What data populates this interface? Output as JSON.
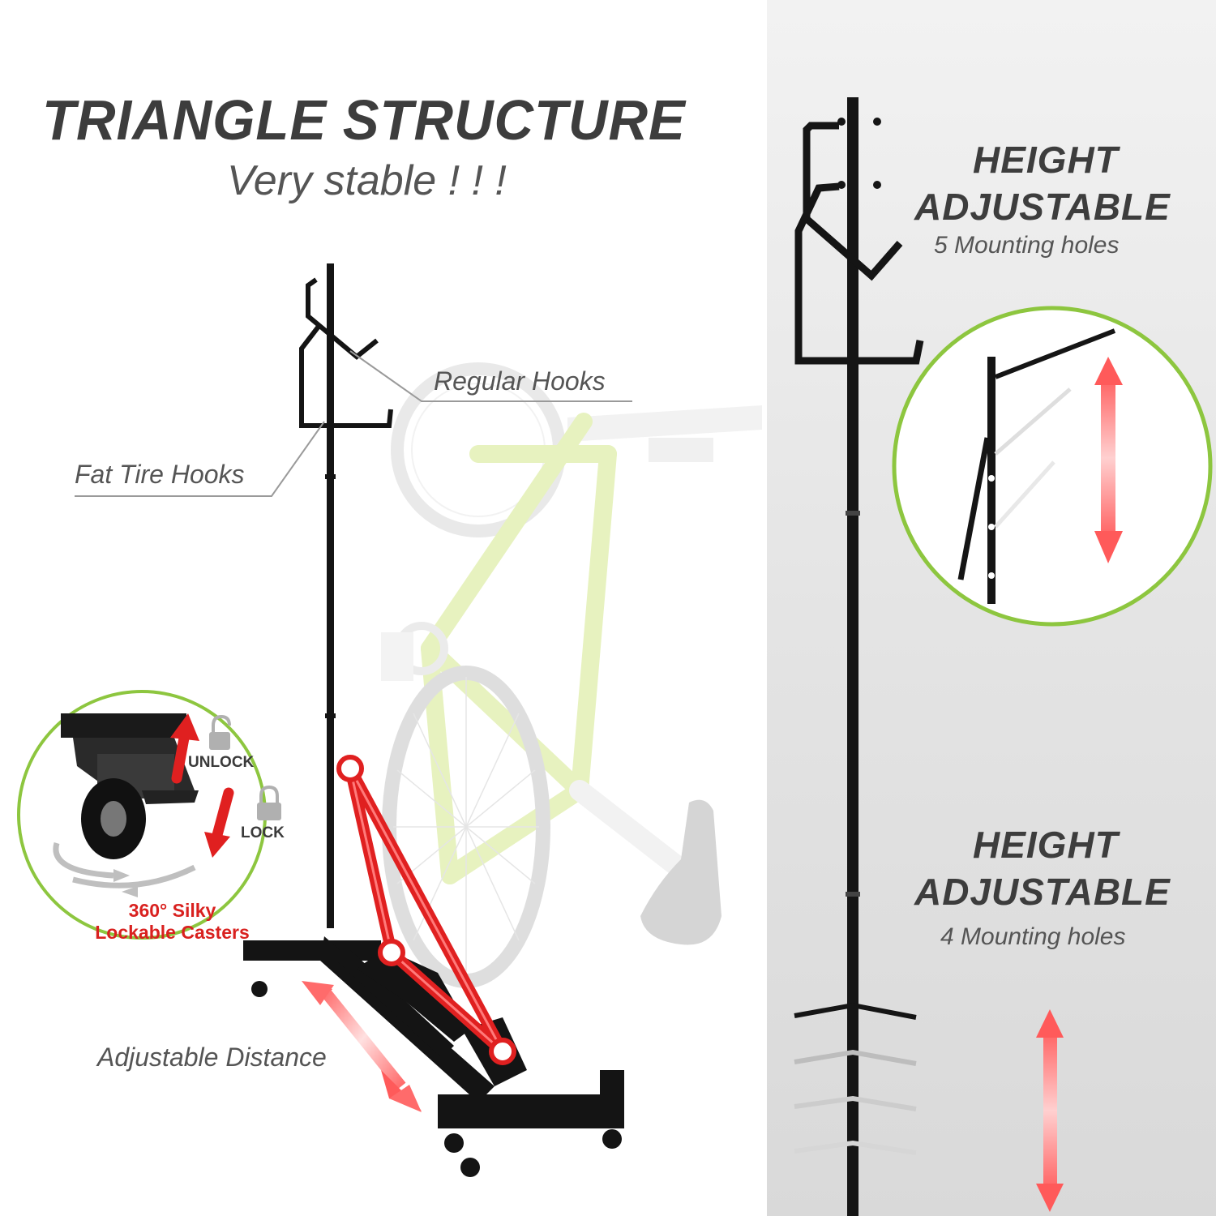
{
  "headline": {
    "title": "TRIANGLE STRUCTURE",
    "subtitle": "Very stable ! ! !"
  },
  "callouts": {
    "regular_hooks": "Regular Hooks",
    "fat_tire_hooks": "Fat Tire Hooks",
    "adjustable_distance": "Adjustable Distance"
  },
  "casters": {
    "unlock": "UNLOCK",
    "lock": "LOCK",
    "caption_line1": "360° Silky",
    "caption_line2": "Lockable Casters"
  },
  "height_top": {
    "line1": "HEIGHT",
    "line2": "ADJUSTABLE",
    "detail": "5 Mounting holes"
  },
  "height_bottom": {
    "line1": "HEIGHT",
    "line2": "ADJUSTABLE",
    "detail": "4 Mounting holes"
  },
  "colors": {
    "accent_green": "#8dc63f",
    "triangle_red": "#e02020",
    "text_dark": "#3d3d3d",
    "bike_frame": "#dfeeaa"
  },
  "icons": [
    "lock-open-icon",
    "lock-closed-icon",
    "red-arrow-icon",
    "rotation-arrows-icon"
  ]
}
